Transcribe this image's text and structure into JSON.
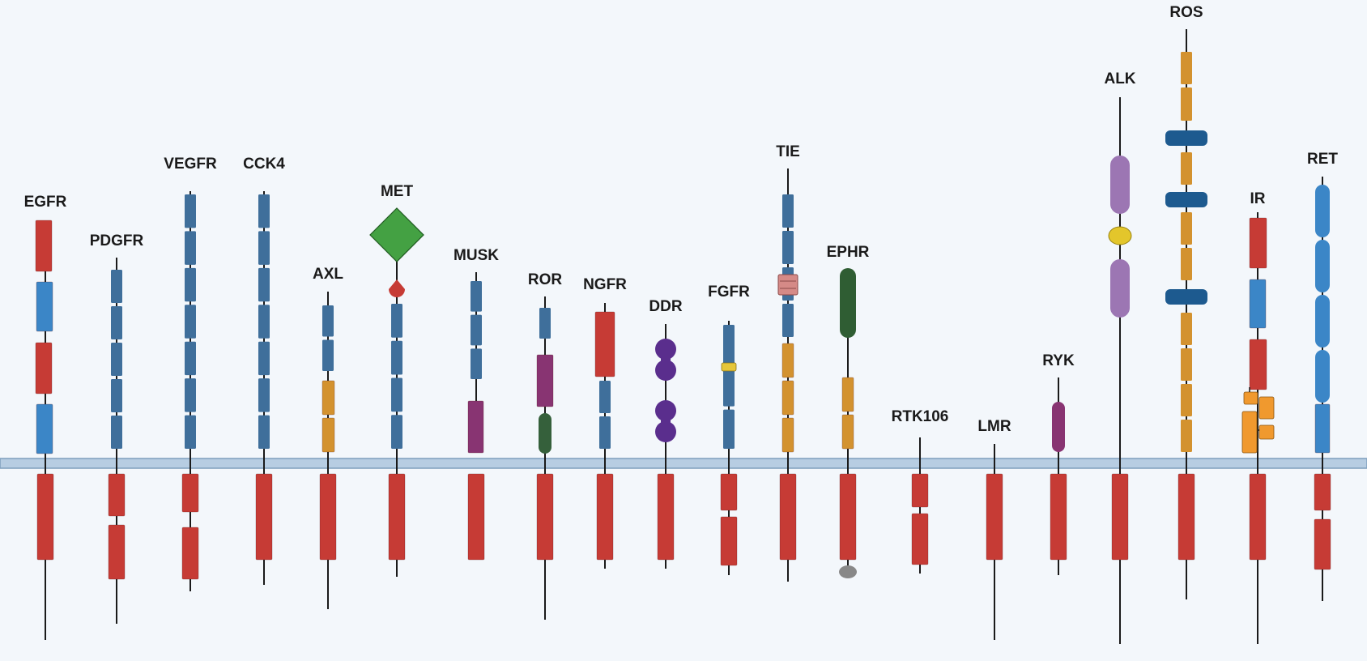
{
  "colors": {
    "background": "#f3f7fb",
    "membrane": "#b7cde2",
    "membrane_edge": "#7e9fbd",
    "stem": "#1a1a1a",
    "kinase": "#c63b35",
    "ig_blue": "#3f6f9b",
    "cys_red": "#c63b35",
    "cys_blue": "#3b86c7",
    "fn3_orange": "#d3922f",
    "cyan_blue": "#3b86c7",
    "kringle_purple": "#883472",
    "frizzled_green": "#35603b",
    "discoidin_purple": "#5a2e8d",
    "sema_green": "#44a143",
    "egf_pink": "#d58a87",
    "ros_navy": "#1d5a8f",
    "alk_lilac": "#9c76b3",
    "alk_yellow": "#e3c62b",
    "ir_orange": "#f0992e",
    "ephr_green": "#2f5d33",
    "grey_tail": "#888888"
  },
  "receptors": [
    {
      "id": "egfr",
      "label": "EGFR"
    },
    {
      "id": "pdgfr",
      "label": "PDGFR"
    },
    {
      "id": "vegfr",
      "label": "VEGFR"
    },
    {
      "id": "cck4",
      "label": "CCK4"
    },
    {
      "id": "axl",
      "label": "AXL"
    },
    {
      "id": "met",
      "label": "MET"
    },
    {
      "id": "musk",
      "label": "MUSK"
    },
    {
      "id": "ror",
      "label": "ROR"
    },
    {
      "id": "ngfr",
      "label": "NGFR"
    },
    {
      "id": "ddr",
      "label": "DDR"
    },
    {
      "id": "fgfr",
      "label": "FGFR"
    },
    {
      "id": "tie",
      "label": "TIE"
    },
    {
      "id": "ephr",
      "label": "EPHR"
    },
    {
      "id": "rtk106",
      "label": "RTK106"
    },
    {
      "id": "lmr",
      "label": "LMR"
    },
    {
      "id": "ryk",
      "label": "RYK"
    },
    {
      "id": "alk",
      "label": "ALK"
    },
    {
      "id": "ros",
      "label": "ROS"
    },
    {
      "id": "ir",
      "label": "IR"
    },
    {
      "id": "ret",
      "label": "RET"
    }
  ]
}
